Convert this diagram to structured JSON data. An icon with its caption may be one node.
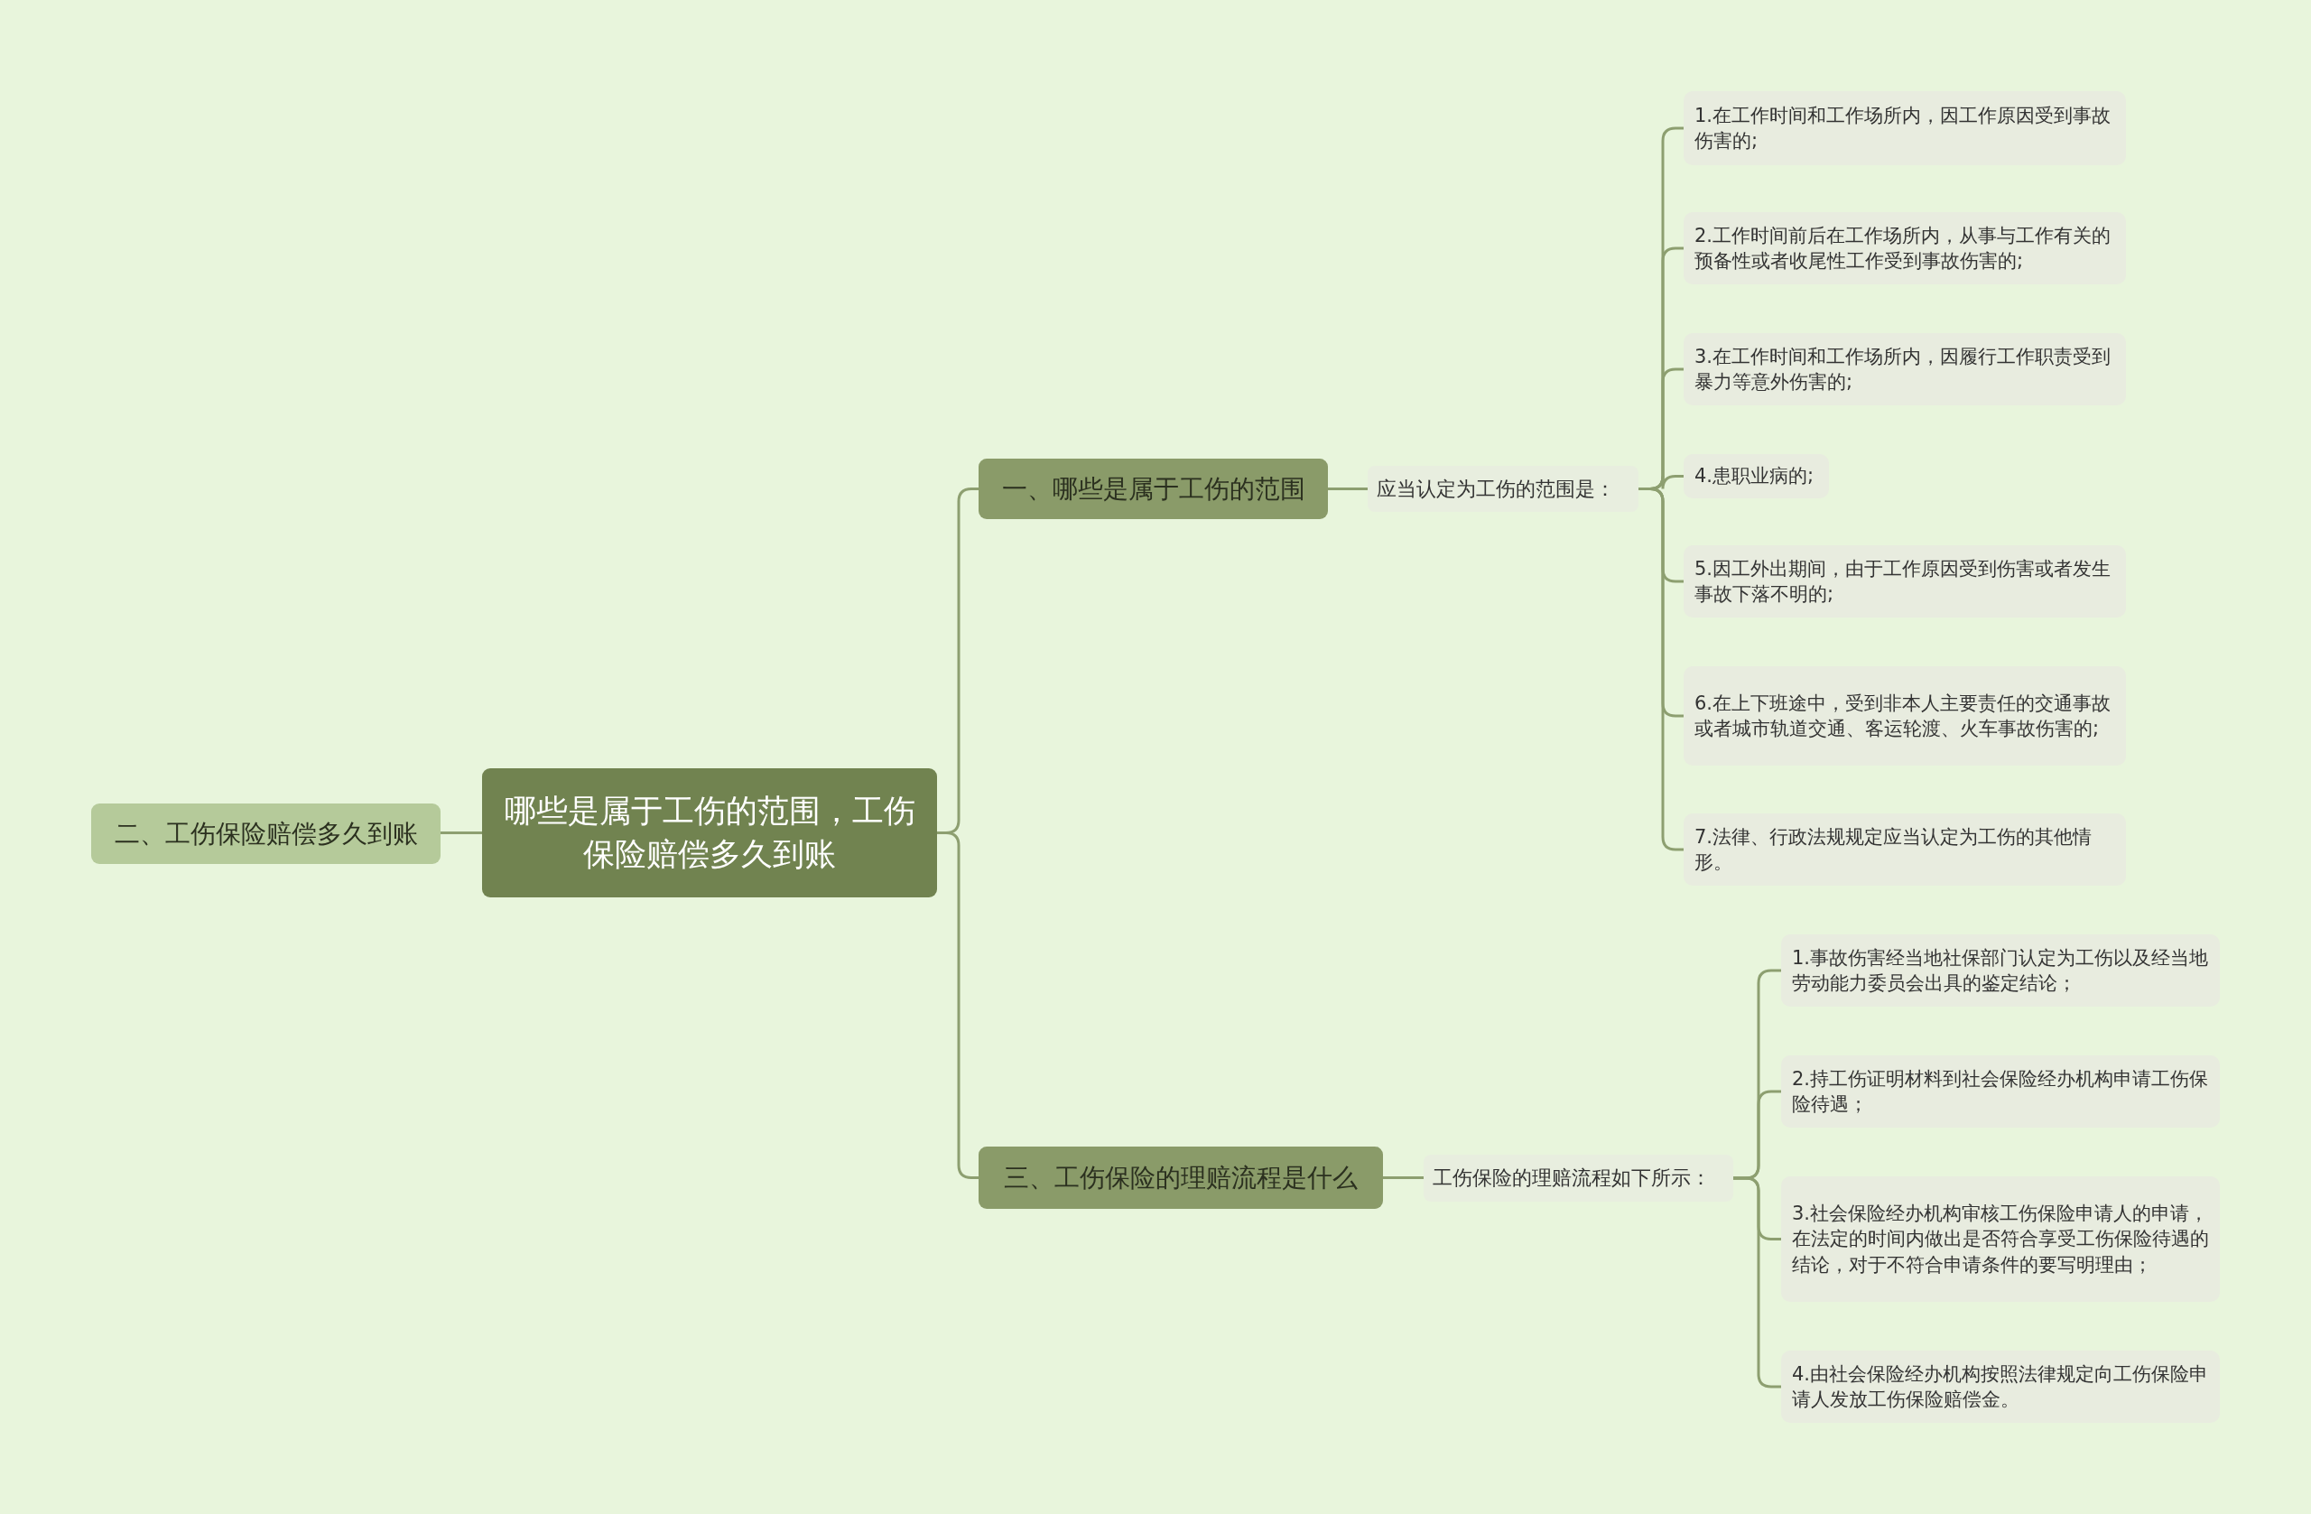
{
  "diagram": {
    "nodes": [
      {
        "text": [
          "哪些是属于工伤的范围，工伤保险赔偿多久到账"
        ]
      },
      {
        "text": [
          "二、工伤保险赔偿多久到账"
        ]
      },
      {
        "text": [
          "一、哪些是属于工伤的范围"
        ]
      },
      {
        "text": [
          "应当认定为工伤的范围是："
        ]
      },
      {
        "text": [
          "1.在工作时间和工作场所内，因工作原因受到事故伤害的;"
        ]
      },
      {
        "text": [
          "2.工作时间前后在工作场所内，从事与工作有关的预备性或者收尾性工作受到事故伤害的;"
        ]
      },
      {
        "text": [
          "3.在工作时间和工作场所内，因履行工作职责受到暴力等意外伤害的;"
        ]
      },
      {
        "text": [
          "4.患职业病的;"
        ]
      },
      {
        "text": [
          "5.因工外出期间，由于工作原因受到伤害或者发生事故下落不明的;"
        ]
      },
      {
        "text": [
          "6.在上下班途中，受到非本人主要责任的交通事故或者城市轨道交通、客运轮渡、火车事故伤害的;"
        ]
      },
      {
        "text": [
          "7.法律、行政法规规定应当认定为工伤的其他情形。"
        ]
      },
      {
        "text": [
          "三、工伤保险的理赔流程是什么"
        ]
      },
      {
        "text": [
          "工伤保险的理赔流程如下所示："
        ]
      },
      {
        "text": [
          "1.事故伤害经当地社保部门认定为工伤以及经当地劳动能力委员会出具的鉴定结论；"
        ]
      },
      {
        "text": [
          "2.持工伤证明材料到社会保险经办机构申请工伤保险待遇；"
        ]
      },
      {
        "text": [
          "3.社会保险经办机构审核工伤保险申请人的申请，在法定的时间内做出是否符合享受工伤保险待遇的结论，对于不符合申请条件的要写明理由；"
        ]
      },
      {
        "text": [
          "4.由社会保险经办机构按照法律规定向工伤保险申请人发放工伤保险赔偿金。"
        ]
      }
    ],
    "edges": [
      {
        "from": 0,
        "to": 1,
        "arrow": "none"
      },
      {
        "from": 0,
        "to": 2,
        "arrow": "none"
      },
      {
        "from": 2,
        "to": 3,
        "arrow": "none"
      },
      {
        "from": 3,
        "to": 4,
        "arrow": "none"
      },
      {
        "from": 3,
        "to": 5,
        "arrow": "none"
      },
      {
        "from": 3,
        "to": 6,
        "arrow": "none"
      },
      {
        "from": 3,
        "to": 7,
        "arrow": "none"
      },
      {
        "from": 3,
        "to": 8,
        "arrow": "none"
      },
      {
        "from": 3,
        "to": 9,
        "arrow": "none"
      },
      {
        "from": 3,
        "to": 10,
        "arrow": "none"
      },
      {
        "from": 0,
        "to": 11,
        "arrow": "none"
      },
      {
        "from": 11,
        "to": 12,
        "arrow": "none"
      },
      {
        "from": 12,
        "to": 13,
        "arrow": "none"
      },
      {
        "from": 12,
        "to": 14,
        "arrow": "none"
      },
      {
        "from": 12,
        "to": 15,
        "arrow": "none"
      },
      {
        "from": 12,
        "to": 16,
        "arrow": "none"
      }
    ]
  }
}
